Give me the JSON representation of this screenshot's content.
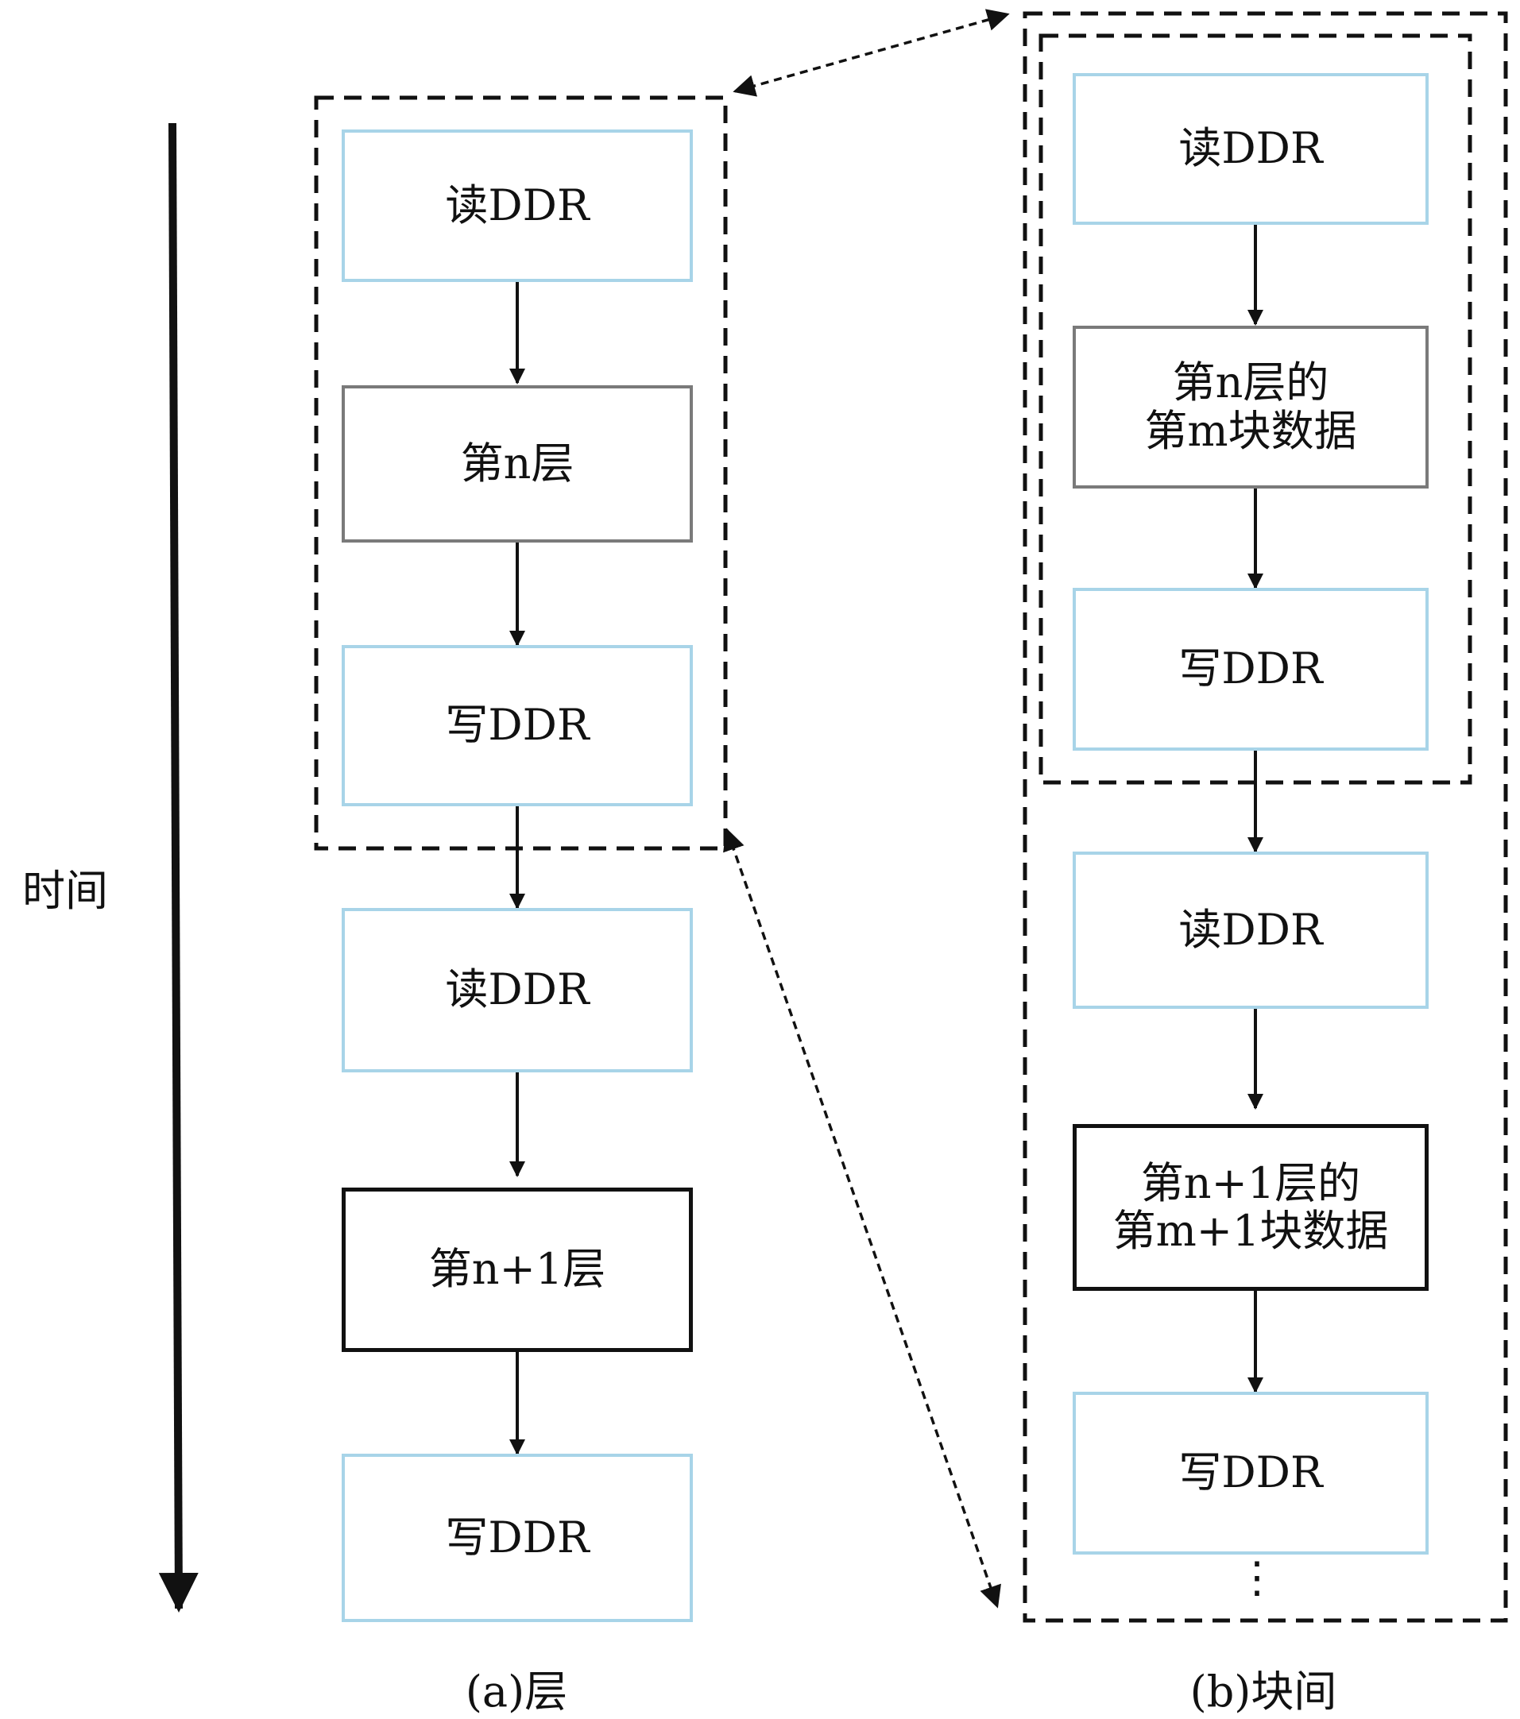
{
  "axis": {
    "label": "时间"
  },
  "panel_a": {
    "caption": "(a)层",
    "nodes": [
      {
        "label": "读DDR"
      },
      {
        "label": "第n层"
      },
      {
        "label": "写DDR"
      },
      {
        "label": "读DDR"
      },
      {
        "label": "第n+1层"
      },
      {
        "label": "写DDR"
      }
    ]
  },
  "panel_b": {
    "caption": "(b)块间",
    "nodes": [
      {
        "label": "读DDR"
      },
      {
        "label": "第n层的\n第m块数据"
      },
      {
        "label": "写DDR"
      },
      {
        "label": "读DDR"
      },
      {
        "label": "第n+1层的\n第m+1块数据"
      },
      {
        "label": "写DDR"
      }
    ],
    "continuation": "⋮"
  },
  "colors": {
    "io_border": "#a8d4e8",
    "layer_border": "#7a7a7a",
    "layer2_border": "#111111",
    "line": "#111111"
  }
}
